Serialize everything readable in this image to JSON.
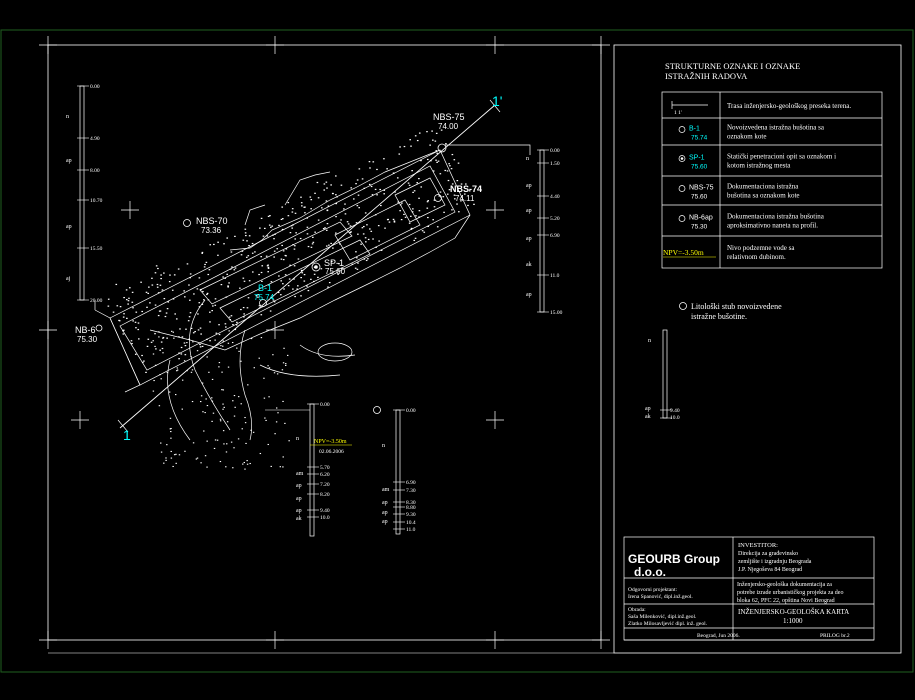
{
  "colors": {
    "background": "#000000",
    "line": "#ffffff",
    "accent_cyan": "#00ffff",
    "accent_yellow": "#ffff00",
    "frame_green": "#1f5f1f"
  },
  "section": {
    "start": "1",
    "end": "1'"
  },
  "boreholes": [
    {
      "id": "NBS-75",
      "elev": "74.00",
      "cyan": false
    },
    {
      "id": "NBS-74",
      "elev": "74.11",
      "cyan": false
    },
    {
      "id": "NBS-70",
      "elev": "73.36",
      "cyan": false
    },
    {
      "id": "SP-1",
      "elev": "75.60",
      "cyan": false
    },
    {
      "id": "B-1",
      "elev": "75.74",
      "cyan": true
    },
    {
      "id": "NB-6",
      "elev": "75.30",
      "cyan": false
    }
  ],
  "column_left": {
    "labels": [
      "n",
      "ap",
      "ap",
      "aj"
    ],
    "depths": [
      "0.00",
      "4.90",
      "8.00",
      "10.70",
      "15.50",
      "20.00"
    ]
  },
  "column_right": {
    "labels": [
      "n",
      "ap",
      "ap",
      "ap",
      "ak",
      "ap"
    ],
    "depths": [
      "0.00",
      "1.50",
      "4.40",
      "5.20",
      "6.90",
      "11.0",
      "15.00"
    ]
  },
  "column_b1": {
    "labels": [
      "n",
      "am",
      "ap",
      "ap",
      "ap",
      "ak"
    ],
    "depths": [
      "0.00",
      "5.70",
      "6.20",
      "7.20",
      "8.20",
      "9.40",
      "10.0"
    ],
    "npv": "NPV=-3.50m",
    "npv_date": "02.06.2006"
  },
  "column_sp1": {
    "labels": [
      "n",
      "am",
      "ap",
      "ap",
      "ap"
    ],
    "depths": [
      "0.00",
      "6.90",
      "7.30",
      "8.30",
      "8.80",
      "9.30",
      "10.4",
      "11.0"
    ]
  },
  "legend": {
    "title": [
      "STRUKTURNE OZNAKE I OZNAKE",
      "ISTRAŽNIH RADOVA"
    ],
    "rows": [
      {
        "symbol": "1   1'",
        "symbol_id": "",
        "symbol_elev": "",
        "text": [
          "Trasa inženjersko-geološkog preseka terena."
        ]
      },
      {
        "symbol": "",
        "symbol_id": "B-1",
        "symbol_elev": "75.74",
        "text": [
          "Novoizvedena istražna bušotina sa",
          "oznakom kote"
        ]
      },
      {
        "symbol": "",
        "symbol_id": "SP-1",
        "symbol_elev": "75.60",
        "text": [
          "Statički penetracioni opit sa oznakom i",
          "kotom istražnog mesta"
        ]
      },
      {
        "symbol": "",
        "symbol_id": "NBS-75",
        "symbol_elev": "75.60",
        "text": [
          "Dokumentaciona istražna",
          "bušotina sa oznakom kote"
        ]
      },
      {
        "symbol": "",
        "symbol_id": "NB-6ap",
        "symbol_elev": "75.30",
        "text": [
          "Dokumentaciona istražna bušotina",
          "aproksimativno naneta na profil."
        ]
      },
      {
        "symbol": "NPV=-3.50m",
        "symbol_id": "",
        "symbol_elev": "",
        "text": [
          "Nivo podzemne vode sa",
          "relativnom dubinom."
        ]
      }
    ]
  },
  "lito_legend": {
    "text": [
      "Litološki stub novoizvedene",
      "istražne bušotine."
    ],
    "labels": [
      "n",
      "ap",
      "ak"
    ],
    "depths": [
      "9.40",
      "10.0"
    ]
  },
  "title_block": {
    "company": [
      "GEOURB Group",
      "d.o.o."
    ],
    "investor": [
      "INVESTITOR:",
      "Direkcija za građevinsko",
      "zemljište i izgradnju Beograda",
      "J.P. Njegoševa 84 Beograd"
    ],
    "responsible": [
      "Odgovorni projektant:",
      "Irena Spanović, dipl.inž.geol."
    ],
    "doc": [
      "Inženjersko-geološka dokumentacija za",
      "potrebe izrade urbanističkog projekta za deo",
      "bloka 62, PFC 22, opština Novi Beograd"
    ],
    "processed": [
      "Obrada:",
      "Saša Milenković, dipl.inž.geol.",
      "Zlatko Milosavljević dipl. inž. geol."
    ],
    "map_title": "INŽENJERSKO-GEOLOŠKA KARTA",
    "scale": "1:1000",
    "date": "Beograd, Jun  2006.",
    "sheet": "PRILOG br.2"
  }
}
